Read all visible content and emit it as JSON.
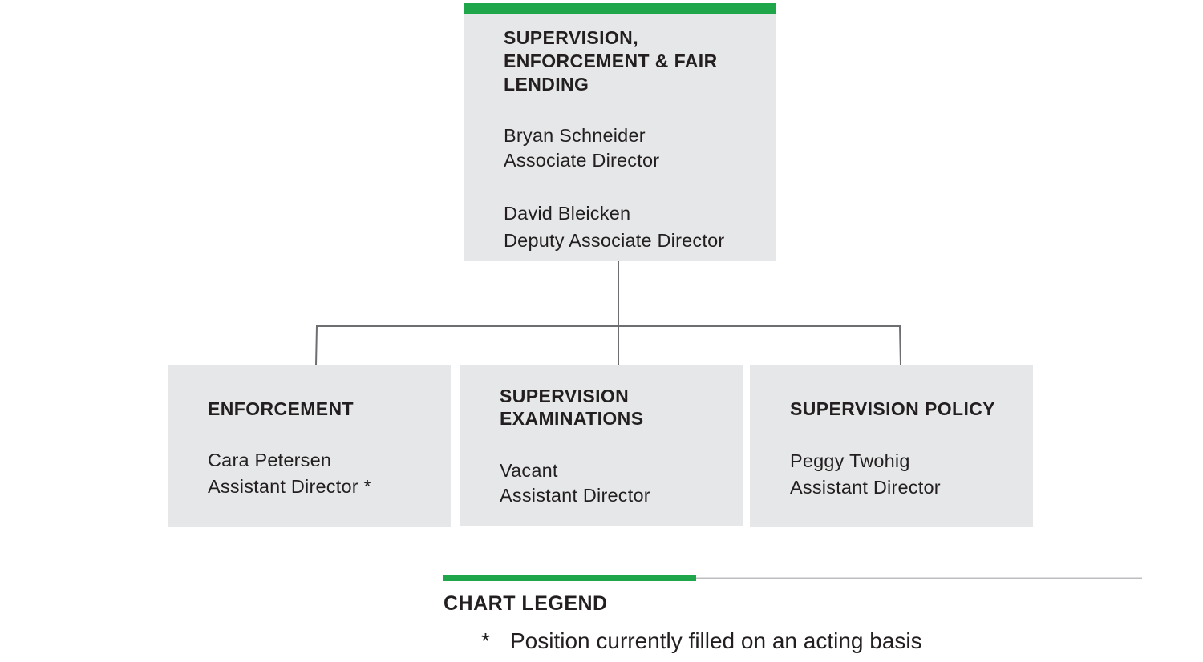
{
  "top_unit": {
    "title": "SUPERVISION, ENFORCEMENT & FAIR LENDING",
    "people": [
      {
        "name": "Bryan Schneider",
        "role": "Associate Director"
      },
      {
        "name": "David Bleicken",
        "role": "Deputy Associate Director"
      }
    ]
  },
  "sub_units": [
    {
      "title": "ENFORCEMENT",
      "name": "Cara Petersen",
      "role": "Assistant Director *"
    },
    {
      "title": "SUPERVISION EXAMINATIONS",
      "name": "Vacant",
      "role": "Assistant Director"
    },
    {
      "title": "SUPERVISION POLICY",
      "name": "Peggy Twohig",
      "role": "Assistant Director"
    }
  ],
  "legend": {
    "title": "CHART LEGEND",
    "items": [
      {
        "symbol": "*",
        "text": "Position currently filled on an acting basis"
      }
    ]
  },
  "colors": {
    "accent_green": "#1fa64a",
    "box_fill": "#e6e7e8",
    "connector": "#6d6e71",
    "legend_rule": "#bcbec0",
    "text": "#231f20"
  }
}
